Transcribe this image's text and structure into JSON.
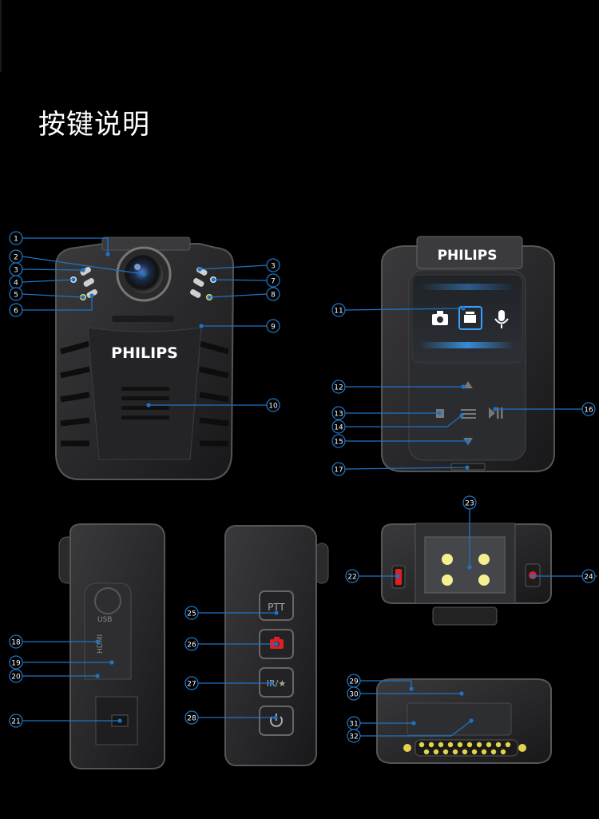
{
  "title": "按键说明",
  "brand": "PHILIPS",
  "side_labels": {
    "usb": "USB",
    "hdmi": "HDMI"
  },
  "button_labels": {
    "ptt": "PTT",
    "ir": "IR/★"
  },
  "colors": {
    "callout": "#1e73c4",
    "accent_red": "#e02020",
    "led_yellow": "#f4f090",
    "body": "#2a2a2c"
  },
  "callouts": [
    "1",
    "2",
    "3",
    "4",
    "5",
    "6",
    "3",
    "7",
    "8",
    "9",
    "10",
    "11",
    "12",
    "13",
    "14",
    "15",
    "16",
    "17",
    "18",
    "19",
    "20",
    "21",
    "22",
    "23",
    "24",
    "25",
    "26",
    "27",
    "28",
    "29",
    "30",
    "31",
    "32"
  ],
  "icons": [
    "camera-icon",
    "video-icon",
    "microphone-icon",
    "up-arrow-icon",
    "menu-icon",
    "play-pause-icon",
    "down-arrow-icon",
    "file-icon",
    "power-icon"
  ]
}
